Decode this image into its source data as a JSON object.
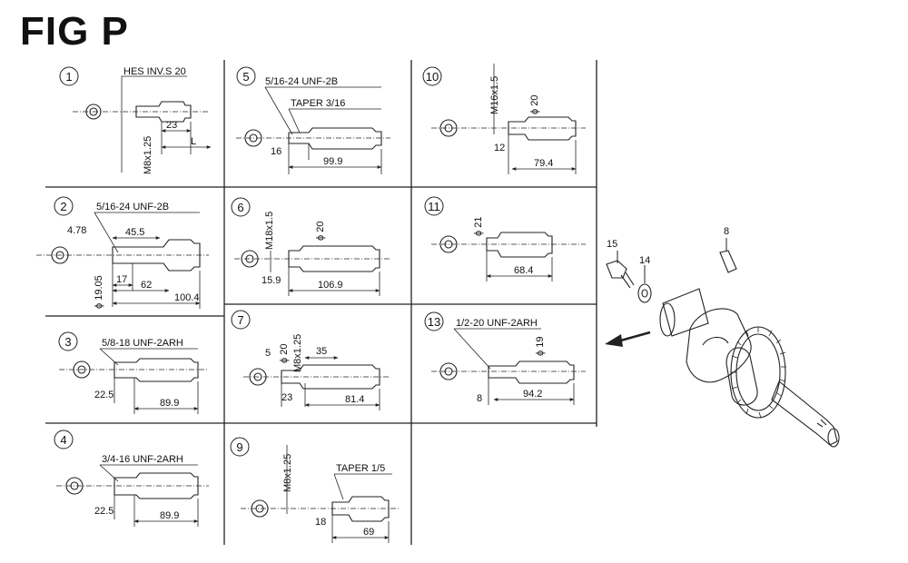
{
  "title": "FIG P",
  "cells": [
    {
      "num": "1",
      "labels": [
        "HES INV.S 20",
        "M8x1.25",
        "23",
        "L"
      ]
    },
    {
      "num": "2",
      "labels": [
        "5/16-24 UNF-2B",
        "4.78",
        "45.5",
        "ϕ 19.05",
        "17",
        "62",
        "100.4"
      ]
    },
    {
      "num": "3",
      "labels": [
        "5/8-18 UNF-2ARH",
        "22.5",
        "89.9"
      ]
    },
    {
      "num": "4",
      "labels": [
        "3/4-16 UNF-2ARH",
        "22.5",
        "89.9"
      ]
    },
    {
      "num": "5",
      "labels": [
        "5/16-24 UNF-2B",
        "TAPER 3/16",
        "16",
        "99.9"
      ]
    },
    {
      "num": "6",
      "labels": [
        "M18x1.5",
        "ϕ 20",
        "15.9",
        "106.9"
      ]
    },
    {
      "num": "7",
      "labels": [
        "5",
        "ϕ 20",
        "M8x1.25",
        "35",
        "23",
        "81.4"
      ]
    },
    {
      "num": "9",
      "labels": [
        "M8x1.25",
        "TAPER 1/5",
        "18",
        "69"
      ]
    },
    {
      "num": "10",
      "labels": [
        "M16x1.5",
        "ϕ 20",
        "12",
        "79.4"
      ]
    },
    {
      "num": "11",
      "labels": [
        "ϕ 21",
        "68.4"
      ]
    },
    {
      "num": "13",
      "labels": [
        "1/2-20 UNF-2ARH",
        "ϕ 19",
        "8",
        "94.2"
      ]
    }
  ],
  "callouts": [
    "15",
    "14",
    "8"
  ]
}
